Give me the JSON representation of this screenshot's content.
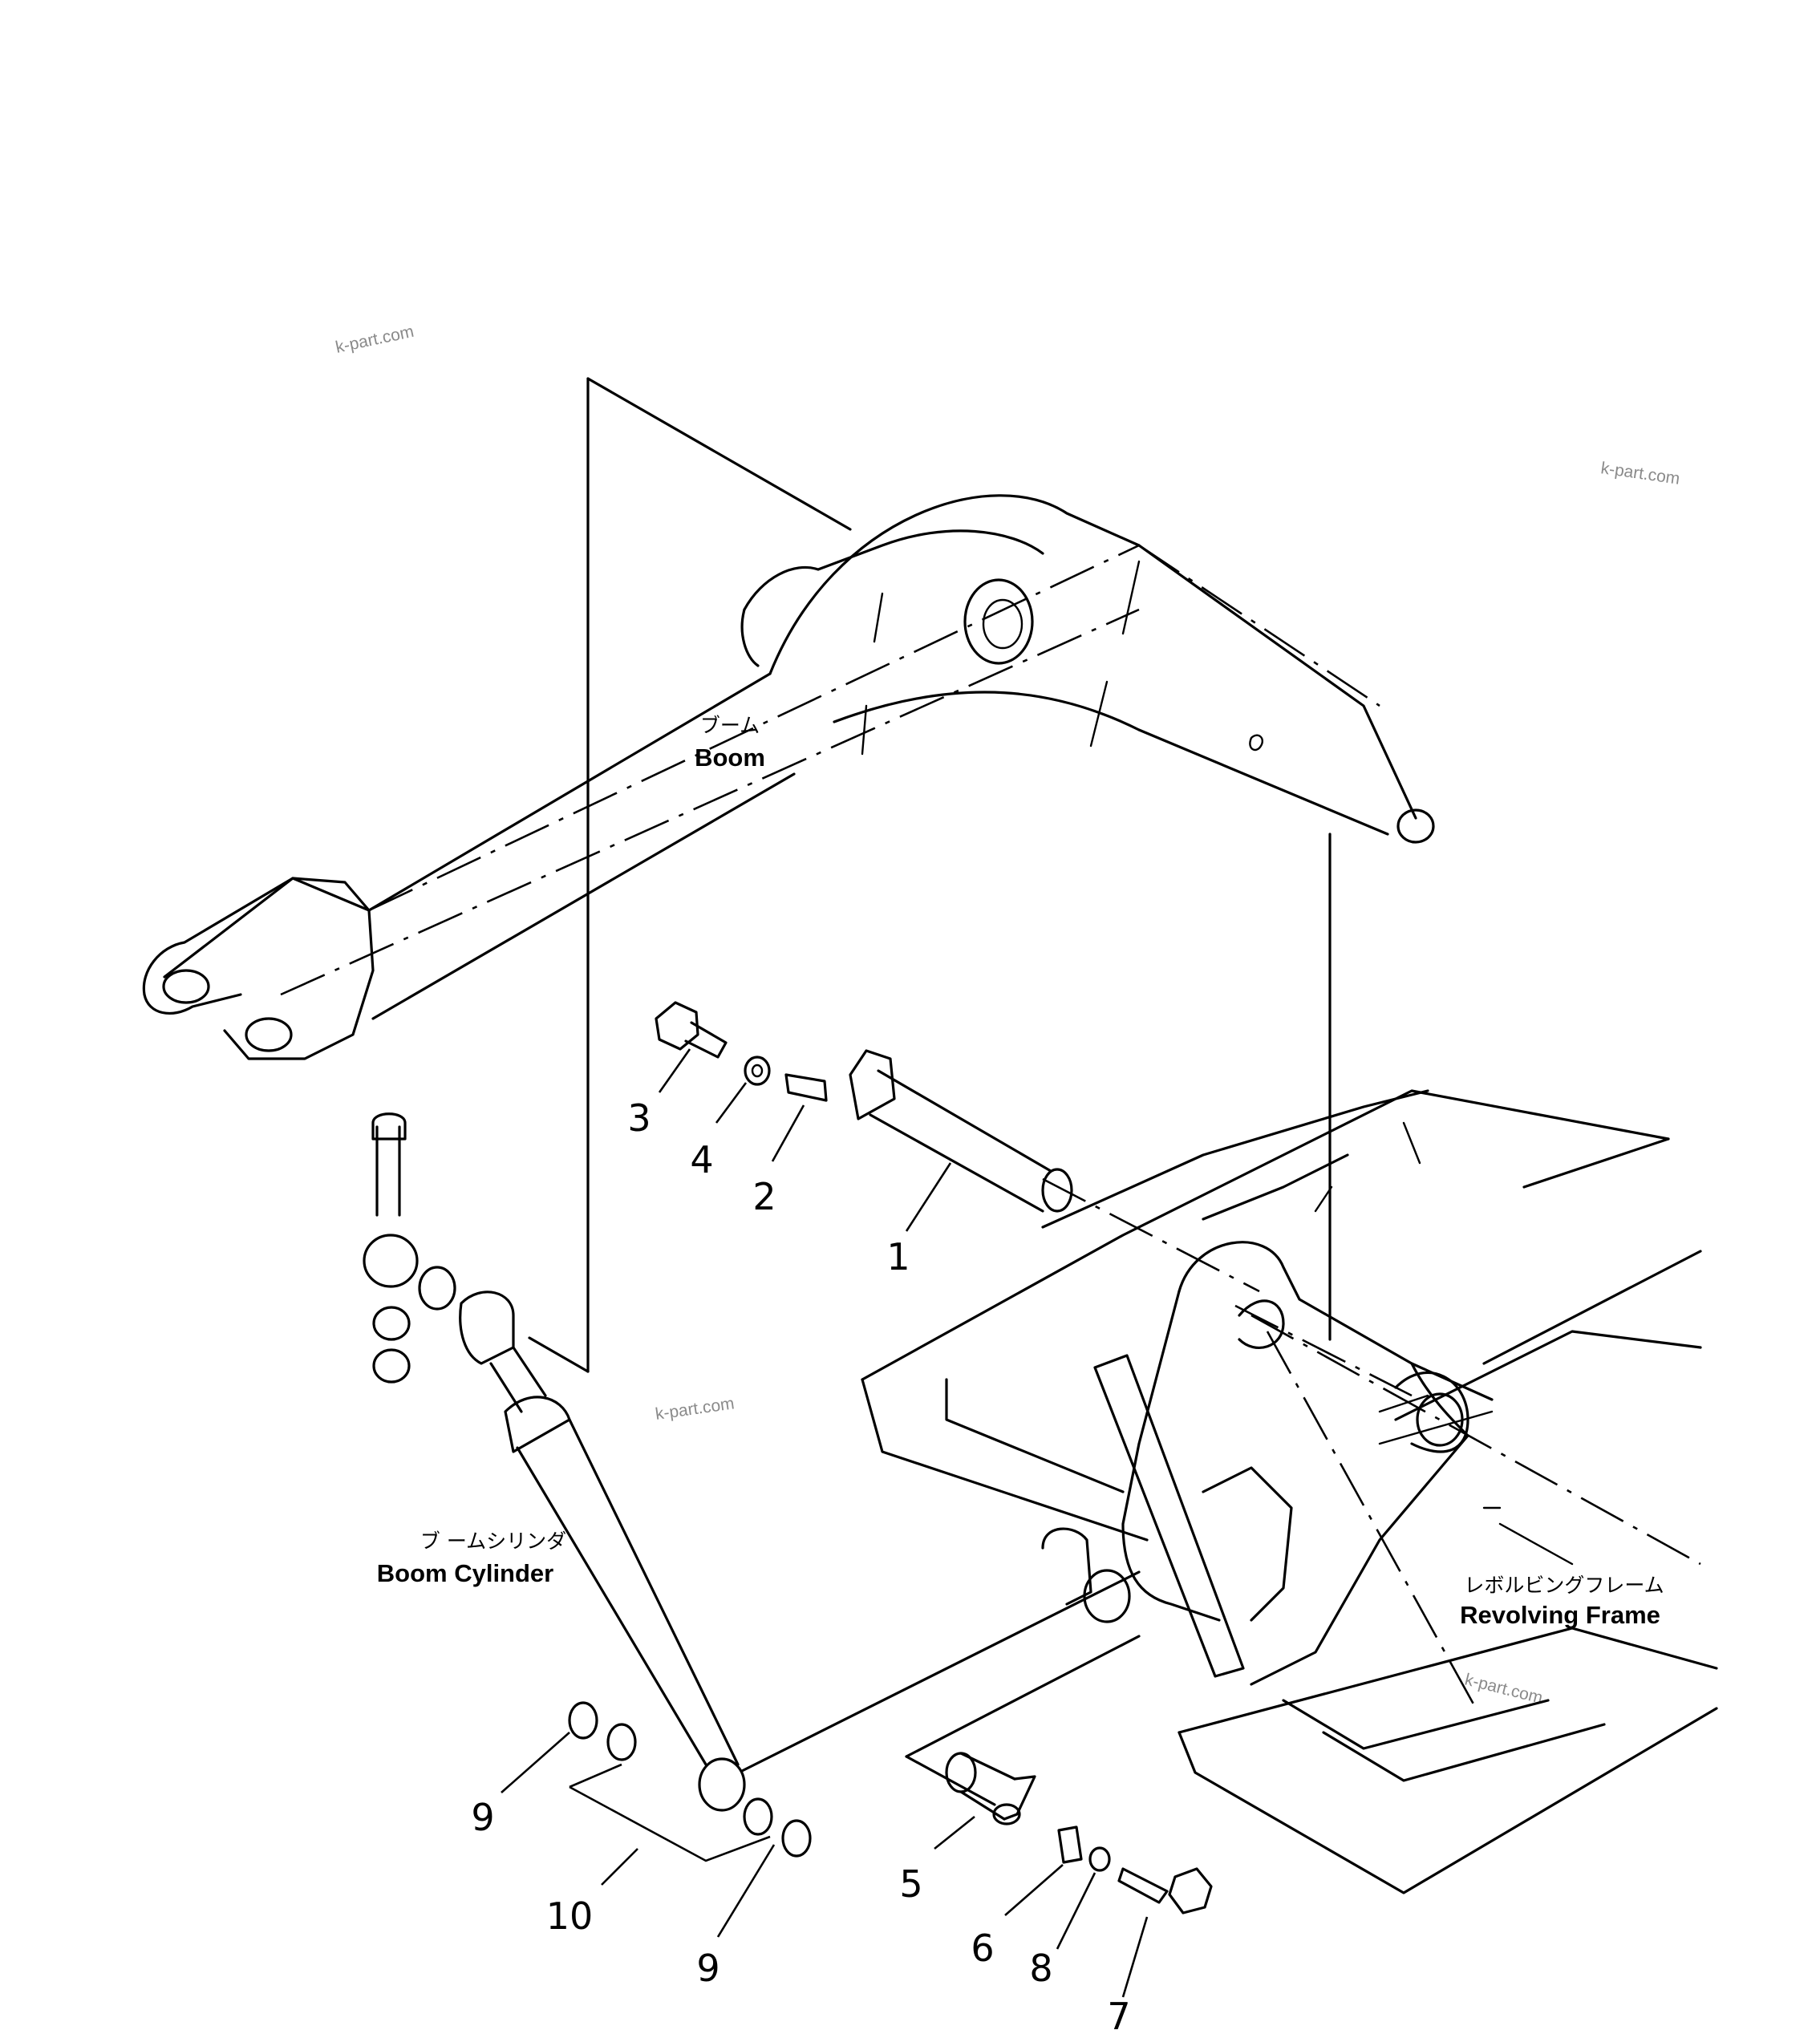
{
  "watermarks": [
    "k-part.com",
    "k-part.com",
    "k-part.com",
    "k-part.com"
  ],
  "labels": {
    "boom": {
      "jp": "ブーム",
      "en": "Boom"
    },
    "boom_cylinder": {
      "jp": "ブ ームシリンダ",
      "en": "Boom Cylinder"
    },
    "revolving_frame": {
      "jp": "レボルビングフレーム",
      "en": "Revolving Frame"
    }
  },
  "callouts": [
    "1",
    "2",
    "3",
    "4",
    "5",
    "6",
    "7",
    "8",
    "9",
    "9",
    "10"
  ]
}
